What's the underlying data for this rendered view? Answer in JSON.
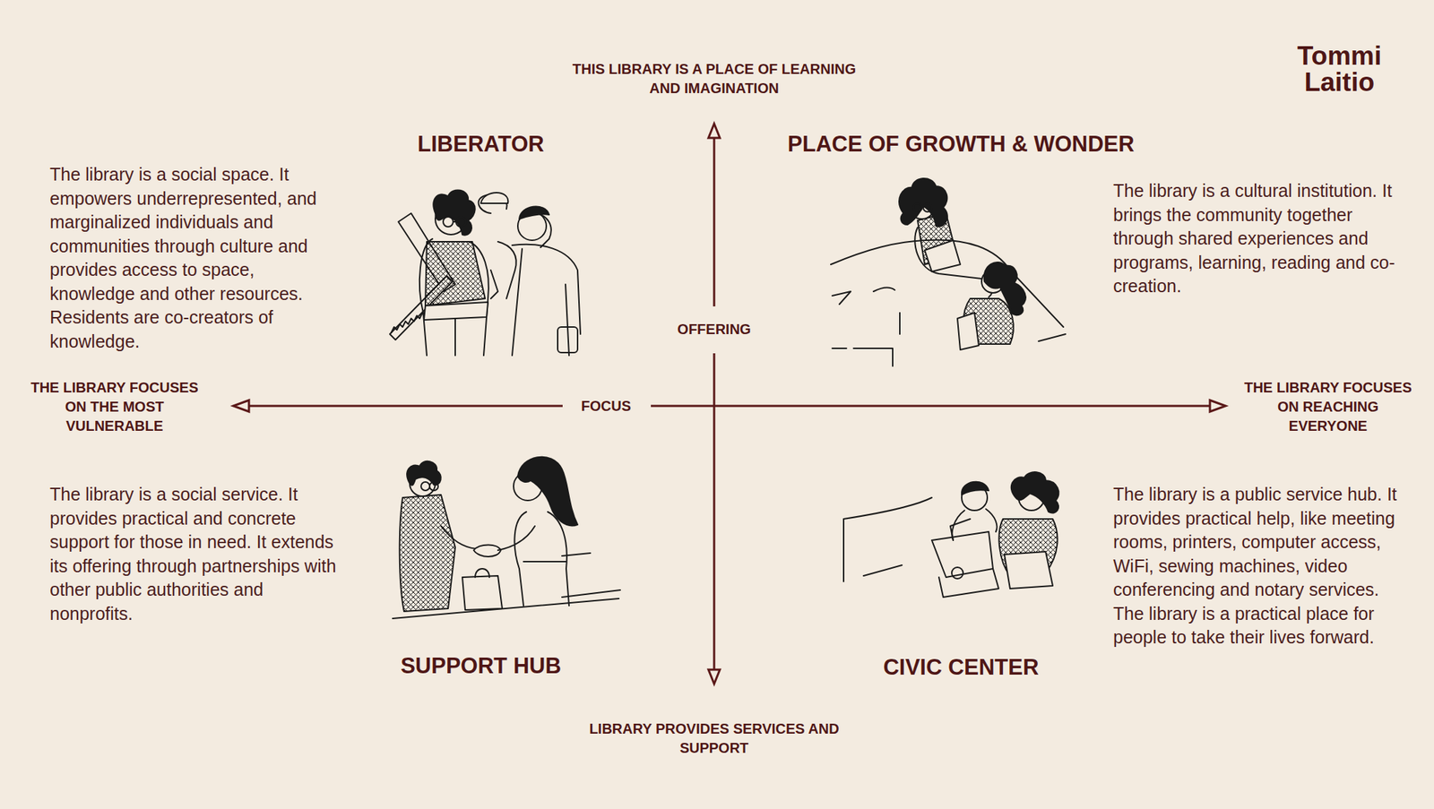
{
  "diagram": {
    "labels": [
      "Tommi Laitio",
      "THIS LIBRARY IS A PLACE OF LEARNING AND IMAGINATION",
      "LIBERATOR",
      "PLACE OF GROWTH & WONDER",
      "The library is a social space. It empowers underrepresented, and marginalized individuals and communities through culture  and provides access to space, knowledge and other resources. Residents are co-creators of knowledge.",
      "The library is a cultural institution. It brings the community together through shared experiences and programs, learning, reading and co-creation.",
      "OFFERING",
      "THE LIBRARY FOCUSES ON THE MOST VULNERABLE",
      "FOCUS",
      "THE LIBRARY FOCUSES ON REACHING EVERYONE",
      "The library is a social service. It provides practical and concrete support for those in need. It extends its offering through partnerships with other public authorities and nonprofits.",
      "The library is a public service hub. It provides practical help, like meeting rooms, printers, computer access, WiFi, sewing machines, video conferencing and notary services. The library is a practical place for people to take their lives forward.",
      "SUPPORT HUB",
      "CIVIC CENTER",
      "LIBRARY PROVIDES SERVICES AND SUPPORT"
    ]
  }
}
